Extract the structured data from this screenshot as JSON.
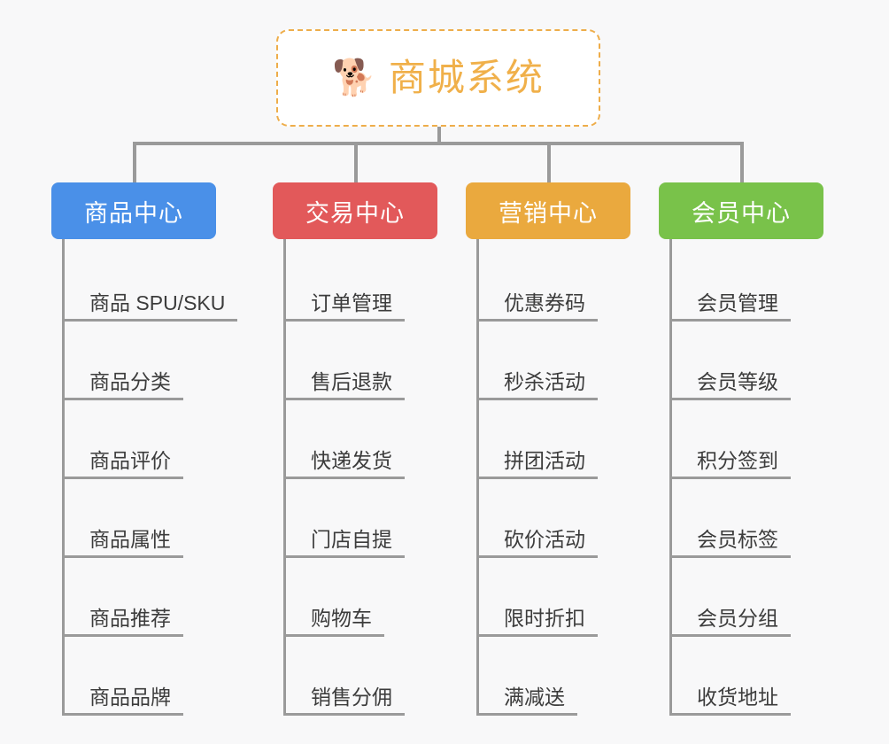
{
  "page": {
    "background_color": "#f8f8f9",
    "line_color": "#9a9a9a",
    "leaf_text_color": "#3c3c3c"
  },
  "root": {
    "icon": "🐕",
    "icon_name": "shiba-dog-face-icon",
    "title": "商城系统",
    "title_color": "#f0b04a",
    "border_color": "#eead4a",
    "border_style": "dashed",
    "background": "#ffffff"
  },
  "categories": [
    {
      "label": "商品中心",
      "color": "#4a90e8",
      "key": "product-center",
      "items": [
        "商品 SPU/SKU",
        "商品分类",
        "商品评价",
        "商品属性",
        "商品推荐",
        "商品品牌"
      ]
    },
    {
      "label": "交易中心",
      "color": "#e2595a",
      "key": "trade-center",
      "items": [
        "订单管理",
        "售后退款",
        "快递发货",
        "门店自提",
        "购物车",
        "销售分佣"
      ]
    },
    {
      "label": "营销中心",
      "color": "#eaa93e",
      "key": "marketing-center",
      "items": [
        "优惠券码",
        "秒杀活动",
        "拼团活动",
        "砍价活动",
        "限时折扣",
        "满减送"
      ]
    },
    {
      "label": "会员中心",
      "color": "#79c24a",
      "key": "member-center",
      "items": [
        "会员管理",
        "会员等级",
        "积分签到",
        "会员标签",
        "会员分组",
        "收货地址"
      ]
    }
  ]
}
